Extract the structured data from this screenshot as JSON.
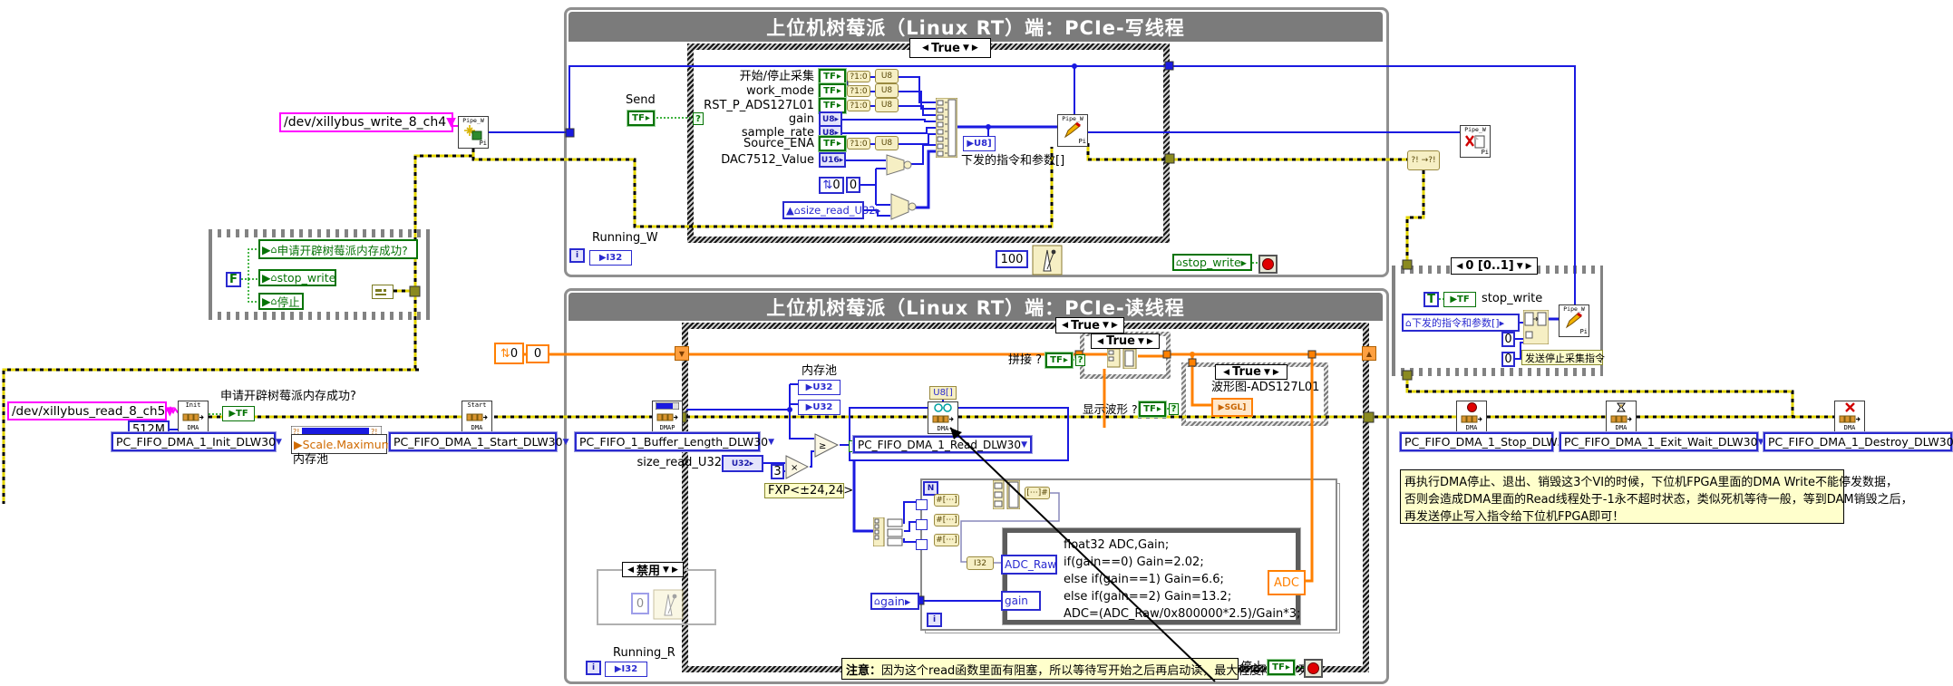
{
  "colors": {
    "accent_blue": "#2a2ad0",
    "wire_orange": "#ff8000",
    "error_wire_yellow": "#e2d400",
    "string_pink": "#ff00ff",
    "bool_green": "#067306",
    "frame_gray": "#7b7b7b",
    "note_bg": "#ffffcc"
  },
  "write_thread": {
    "title": "上位机树莓派（Linux RT）端：PCIe-写线程",
    "case_selector": "True",
    "send_label": "Send",
    "tf": "TF",
    "rows": [
      {
        "label": "开始/停止采集",
        "type": "TF",
        "sel": true
      },
      {
        "label": "work_mode",
        "type": "TF",
        "sel": true
      },
      {
        "label": "RST_P_ADS127L01",
        "type": "TF",
        "sel": true
      },
      {
        "label": "gain",
        "type": "U8",
        "sel": false
      },
      {
        "label": "sample_rate",
        "type": "U8",
        "sel": false
      },
      {
        "label": "Source_ENA",
        "type": "TF",
        "sel": true
      },
      {
        "label": "DAC7512_Value",
        "type": "U16",
        "sel": false
      }
    ],
    "select_node": "?1:0",
    "coerce": "U8",
    "zero_control": "0",
    "zero_constant": "0",
    "size_read_local": "size_read_U32",
    "cmd_array_type": "U8]",
    "cmd_array_label": "下发的指令和参数[]",
    "running_label": "Running_W",
    "running_type": "I32",
    "loop_iter": "i",
    "wait_ms": "100",
    "stop_write_local": "stop_write",
    "device_path": "/dev/xillybus_write_8_ch4"
  },
  "read_thread": {
    "title": "上位机树莓派（Linux RT）端：PCIe-读线程",
    "outer_case": "True",
    "concat_case": "True",
    "wave_case": "True",
    "concat_label": "拼接 ?",
    "show_wave_label": "显示波形 ?",
    "tf": "TF",
    "wave_chart_label": "波形图-ADS127L01",
    "wave_type": "SGL]",
    "u8_array": "U8[]",
    "read_dropdown": "PC_FIFO_DMA_1_Read_DLW30",
    "for_n": "N",
    "for_i": "i",
    "i32": "I32",
    "formula": [
      "float32 ADC,Gain;",
      "if(gain==0) Gain=2.02;",
      "else  if(gain==1) Gain=6.6;",
      "else  if(gain==2) Gain=13.2;",
      "ADC=(ADC_Raw/0x800000*2.5)/Gain*3;"
    ],
    "formula_in1": "ADC_Raw",
    "formula_in2": "gain",
    "formula_out": "ADC",
    "gain_local": "gain",
    "disable_selector": "禁用",
    "disabled_zero": "0",
    "running_label": "Running_R",
    "running_type": "I32",
    "loop_iter": "i",
    "note_prefix": "注意：",
    "note_body": "因为这个read函数里面有阻塞，所以等待写开始之后再启动读，最大程度降低LV死机",
    "stop_label": "停止",
    "shift_zero_control": "0",
    "shift_zero_constant": "0"
  },
  "init_chain": {
    "false_const": "F",
    "locals": [
      "申请开辟树莓派内存成功?",
      "stop_write",
      "停止"
    ],
    "device_path": "/dev/xillybus_read_8_ch5",
    "memory_size": "512M",
    "init_dropdown": "PC_FIFO_DMA_1_Init_DLW30",
    "success_label": "申请开辟树莓派内存成功?",
    "success_type": "TF",
    "property_node": "Scale.Maximum",
    "property_owner_label": "内存池",
    "start_dropdown": "PC_FIFO_DMA_1_Start_DLW30",
    "buffer_dropdown": "PC_FIFO_1_Buffer_Length_DLW30",
    "size_read_label": "size_read_U32",
    "size_read_type": "U32",
    "multiplier": "3",
    "fxp_label": "FXP<±24,24>",
    "pool_label": "内存池",
    "pool_type": "U32",
    "compare_q": "?"
  },
  "stop_sequence": {
    "selector": "0 [0..1]",
    "true_const": "T",
    "tf": "TF",
    "stop_write_label": "stop_write",
    "cmd_local": "下发的指令和参数[]",
    "zeros": [
      "0",
      "0"
    ],
    "send_stop_label": "发送停止采集指令"
  },
  "teardown": {
    "stop_dropdown": "PC_FIFO_DMA_1_Stop_DLW30",
    "exit_dropdown": "PC_FIFO_DMA_1_Exit_Wait_DLW30",
    "destroy_dropdown": "PC_FIFO_DMA_1_Destroy_DLW30",
    "note_lines": [
      "再执行DMA停止、退出、销毁这3个VI的时候，下位机FPGA里面的DMA Write不能停发数据，",
      "否则会造成DMA里面的Read线程处于-1永不超时状态，类似死机等待一般，等到DAM销毁之后，",
      "再发送停止写入指令给下位机FPGA即可！"
    ]
  },
  "glyphs": {
    "init": "Init",
    "start": "Start",
    "dma": "DMA",
    "dmap": "DMAP",
    "pipe": "Pipe_W",
    "pi": "Pi",
    "merge": "?!  →?!",
    "mul": "×",
    "gte": "≥",
    "n": "N",
    "i": "i"
  }
}
